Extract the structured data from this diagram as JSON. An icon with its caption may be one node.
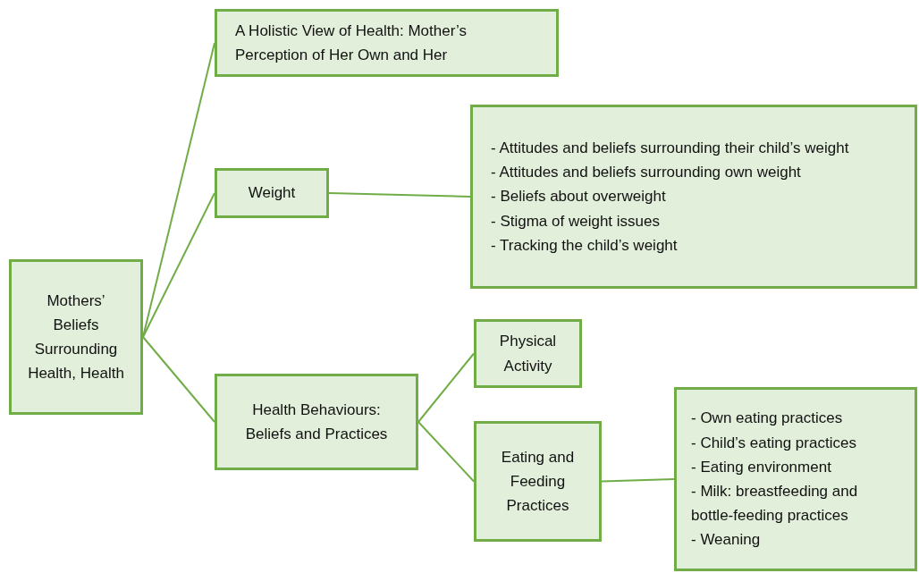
{
  "diagram": {
    "nodes": [
      {
        "text": [
          "Mothers’ Beliefs Surrounding Health, Health"
        ]
      },
      {
        "text": [
          "A Holistic View of Health: Mother’s Perception of Her Own and Her"
        ]
      },
      {
        "text": [
          "Weight"
        ]
      },
      {
        "text": [
          "- Attitudes and beliefs surrounding their child’s weight",
          "- Attitudes and beliefs surrounding own weight",
          "- Beliefs about overweight",
          "- Stigma of weight issues",
          "- Tracking the child’s weight"
        ]
      },
      {
        "text": [
          "Health Behaviours: Beliefs and Practices"
        ]
      },
      {
        "text": [
          "Physical Activity"
        ]
      },
      {
        "text": [
          "Eating and Feeding Practices"
        ]
      },
      {
        "text": [
          "- Own eating practices",
          "- Child’s eating practices",
          "- Eating environment",
          "- Milk: breastfeeding and bottle-feeding practices",
          "- Weaning"
        ]
      }
    ],
    "edges": [
      {
        "from": 0,
        "to": 1,
        "arrow": "none"
      },
      {
        "from": 0,
        "to": 2,
        "arrow": "none"
      },
      {
        "from": 0,
        "to": 4,
        "arrow": "none"
      },
      {
        "from": 2,
        "to": 3,
        "arrow": "none"
      },
      {
        "from": 4,
        "to": 5,
        "arrow": "none"
      },
      {
        "from": 4,
        "to": 6,
        "arrow": "none"
      },
      {
        "from": 6,
        "to": 7,
        "arrow": "none"
      }
    ]
  }
}
